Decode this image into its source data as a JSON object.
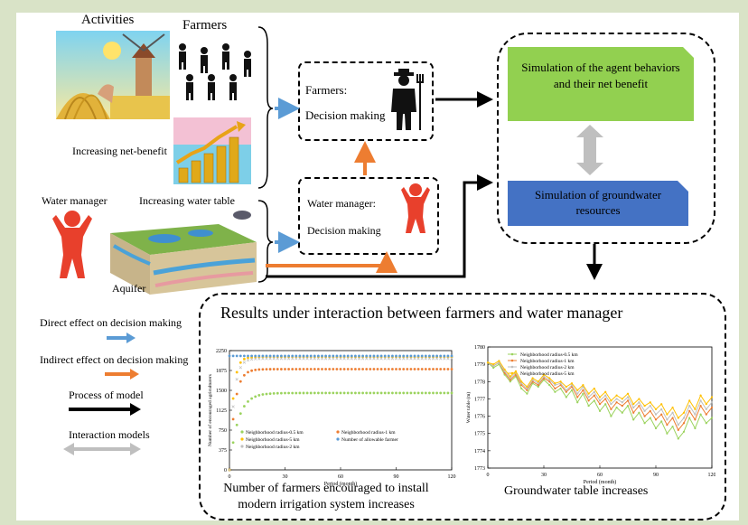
{
  "left_panel": {
    "activities_label": "Activities",
    "farmers_label": "Farmers",
    "increasing_net_benefit": "Increasing net-benefit",
    "water_manager_label": "Water manager",
    "increasing_water_table": "Increasing water table",
    "aquifer_label": "Aquifer"
  },
  "decision_boxes": {
    "farmers_title": "Farmers:",
    "farmers_sub": "Decision making",
    "water_manager_title": "Water manager:",
    "water_manager_sub": "Decision making"
  },
  "simulation": {
    "agent_box": "Simulation of the agent behaviors and their net benefit",
    "groundwater_box": "Simulation of groundwater resources",
    "agent_color": "#92d050",
    "groundwater_color": "#4472c4"
  },
  "legend": {
    "direct": "Direct effect on decision making",
    "indirect": "Indirect effect on decision making",
    "process": "Process of model",
    "interaction": "Interaction models",
    "direct_color": "#5b9bd5",
    "indirect_color": "#ed7d31",
    "process_color": "#000000",
    "interaction_color": "#bfbfbf"
  },
  "results": {
    "title": "Results under interaction between farmers and water manager",
    "caption_left_1": "Number of farmers encouraged to install",
    "caption_left_2": "modern irrigation system increases",
    "caption_right": "Groundwater table increases"
  },
  "chart_data": [
    {
      "type": "scatter",
      "xlabel": "Period (month)",
      "ylabel": "Number of encouraged agriculturers",
      "xlim": [
        0,
        120
      ],
      "ylim": [
        0,
        2250
      ],
      "xticks": [
        0,
        30,
        60,
        90,
        120
      ],
      "yticks": [
        0,
        375,
        750,
        1125,
        1500,
        1875,
        2250
      ],
      "legend_position": "bottom",
      "series": [
        {
          "name": "Neighborhood radius-0.5 km",
          "color": "#9bd35e",
          "marker": "o",
          "plateau": 1450,
          "rate": 0.22
        },
        {
          "name": "Neighborhood radius-1 km",
          "color": "#ed7d31",
          "marker": "o",
          "plateau": 1900,
          "rate": 0.35
        },
        {
          "name": "Neighborhood radius-5 km",
          "color": "#ffc000",
          "marker": "o",
          "plateau": 2130,
          "rate": 0.5
        },
        {
          "name": "Number of allowable farmer",
          "color": "#5b9bd5",
          "marker": "o",
          "plateau": 2150,
          "rate": 0
        },
        {
          "name": "Neighborhood radius-2 km",
          "color": "#bfbfbf",
          "marker": "x",
          "plateau": 2100,
          "rate": 0.42
        }
      ]
    },
    {
      "type": "line",
      "xlabel": "Period (month)",
      "ylabel": "Water table (m)",
      "xlim": [
        0,
        120
      ],
      "ylim": [
        1773,
        1780
      ],
      "xticks": [
        0,
        30,
        60,
        90,
        120
      ],
      "yticks": [
        1773,
        1774,
        1775,
        1776,
        1777,
        1778,
        1779,
        1780
      ],
      "legend_position": "top-left",
      "x": [
        0,
        3,
        6,
        9,
        12,
        15,
        18,
        21,
        24,
        27,
        30,
        33,
        36,
        39,
        42,
        45,
        48,
        51,
        54,
        57,
        60,
        63,
        66,
        69,
        72,
        75,
        78,
        81,
        84,
        87,
        90,
        93,
        96,
        99,
        102,
        105,
        108,
        111,
        114,
        117,
        120
      ],
      "series": [
        {
          "name": "Neighborhood radius-0.5 km",
          "color": "#9bd35e",
          "y": [
            1779.1,
            1778.8,
            1779.0,
            1778.4,
            1778.0,
            1778.3,
            1777.6,
            1777.3,
            1777.9,
            1777.7,
            1778.1,
            1777.8,
            1777.4,
            1777.6,
            1777.1,
            1777.5,
            1776.8,
            1777.3,
            1776.6,
            1776.9,
            1776.3,
            1776.7,
            1776.0,
            1776.5,
            1776.2,
            1776.6,
            1775.8,
            1776.2,
            1775.6,
            1775.9,
            1775.3,
            1775.7,
            1775.0,
            1775.4,
            1774.7,
            1775.1,
            1775.9,
            1775.3,
            1776.1,
            1775.6,
            1775.9
          ]
        },
        {
          "name": "Neighborhood radius-1 km",
          "color": "#ed7d31",
          "y": [
            1779.1,
            1778.9,
            1779.1,
            1778.5,
            1778.1,
            1778.4,
            1777.8,
            1777.5,
            1778.0,
            1777.8,
            1778.2,
            1778.0,
            1777.6,
            1777.8,
            1777.4,
            1777.7,
            1777.1,
            1777.5,
            1776.9,
            1777.2,
            1776.7,
            1777.0,
            1776.4,
            1776.8,
            1776.6,
            1776.9,
            1776.2,
            1776.6,
            1776.0,
            1776.3,
            1775.8,
            1776.1,
            1775.5,
            1775.9,
            1775.2,
            1775.6,
            1776.3,
            1775.8,
            1776.6,
            1776.1,
            1776.5
          ]
        },
        {
          "name": "Neighborhood radius-2 km",
          "color": "#bfbfbf",
          "y": [
            1779.1,
            1778.9,
            1779.1,
            1778.6,
            1778.2,
            1778.5,
            1777.9,
            1777.6,
            1778.1,
            1777.9,
            1778.3,
            1778.1,
            1777.8,
            1777.9,
            1777.5,
            1777.8,
            1777.3,
            1777.7,
            1777.1,
            1777.4,
            1776.9,
            1777.2,
            1776.7,
            1777.0,
            1776.8,
            1777.1,
            1776.5,
            1776.8,
            1776.3,
            1776.6,
            1776.1,
            1776.4,
            1775.8,
            1776.2,
            1775.5,
            1775.9,
            1776.6,
            1776.1,
            1776.9,
            1776.4,
            1776.8
          ]
        },
        {
          "name": "Neighborhood radius-5 km",
          "color": "#ffc000",
          "y": [
            1779.1,
            1779.0,
            1779.2,
            1778.7,
            1778.3,
            1778.6,
            1778.0,
            1777.7,
            1778.2,
            1778.0,
            1778.4,
            1778.2,
            1777.9,
            1778.0,
            1777.7,
            1777.9,
            1777.5,
            1777.8,
            1777.3,
            1777.6,
            1777.1,
            1777.4,
            1776.9,
            1777.2,
            1777.0,
            1777.3,
            1776.7,
            1777.0,
            1776.6,
            1776.8,
            1776.4,
            1776.7,
            1776.1,
            1776.5,
            1775.9,
            1776.2,
            1776.9,
            1776.4,
            1777.2,
            1776.7,
            1777.1
          ]
        }
      ]
    }
  ]
}
